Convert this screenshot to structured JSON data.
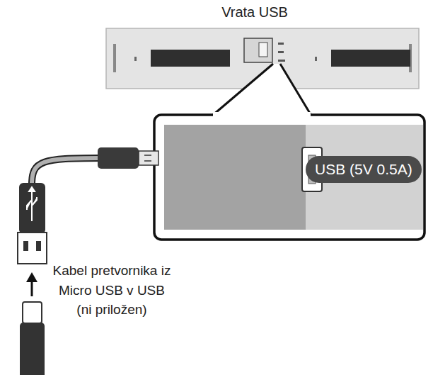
{
  "diagram": {
    "title": "Vrata USB",
    "nodes": [
      {
        "text": [
          "USB (5V 0.5A)"
        ]
      }
    ],
    "labels": [
      "Kabel pretvornika iz Micro USB v USB (ni priložen)"
    ]
  }
}
